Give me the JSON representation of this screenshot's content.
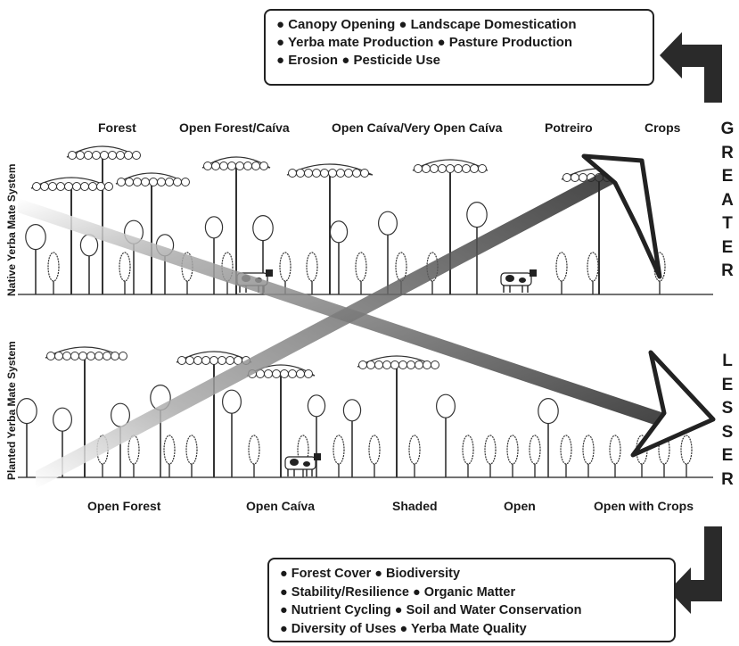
{
  "top_box": {
    "lines": [
      "● Canopy Opening ● Landscape Domestication",
      "● Yerba mate Production ● Pasture Production",
      "● Erosion ● Pesticide Use"
    ]
  },
  "bottom_box": {
    "lines": [
      "● Forest Cover ● Biodiversity",
      "● Stability/Resilience ● Organic Matter",
      "● Nutrient Cycling ● Soil and Water Conservation",
      "● Diversity of Uses  ● Yerba Mate Quality"
    ]
  },
  "native_labels": [
    "Forest",
    "Open Forest/Caíva",
    "Open Caíva/Very Open Caíva",
    "Potreiro",
    "Crops"
  ],
  "planted_labels": [
    "Open Forest",
    "Open Caíva",
    "Shaded",
    "Open",
    "Open with Crops"
  ],
  "rows": {
    "native": "Native Yerba Mate System",
    "planted": "Planted Yerba Mate System"
  },
  "scale": {
    "greater": [
      "G",
      "R",
      "E",
      "A",
      "T",
      "E",
      "R"
    ],
    "lesser": [
      "L",
      "E",
      "S",
      "S",
      "E",
      "R"
    ]
  },
  "colors": {
    "ink": "#222222",
    "arrow_fill": "#ffffff",
    "arrow_dark": "#333333"
  }
}
